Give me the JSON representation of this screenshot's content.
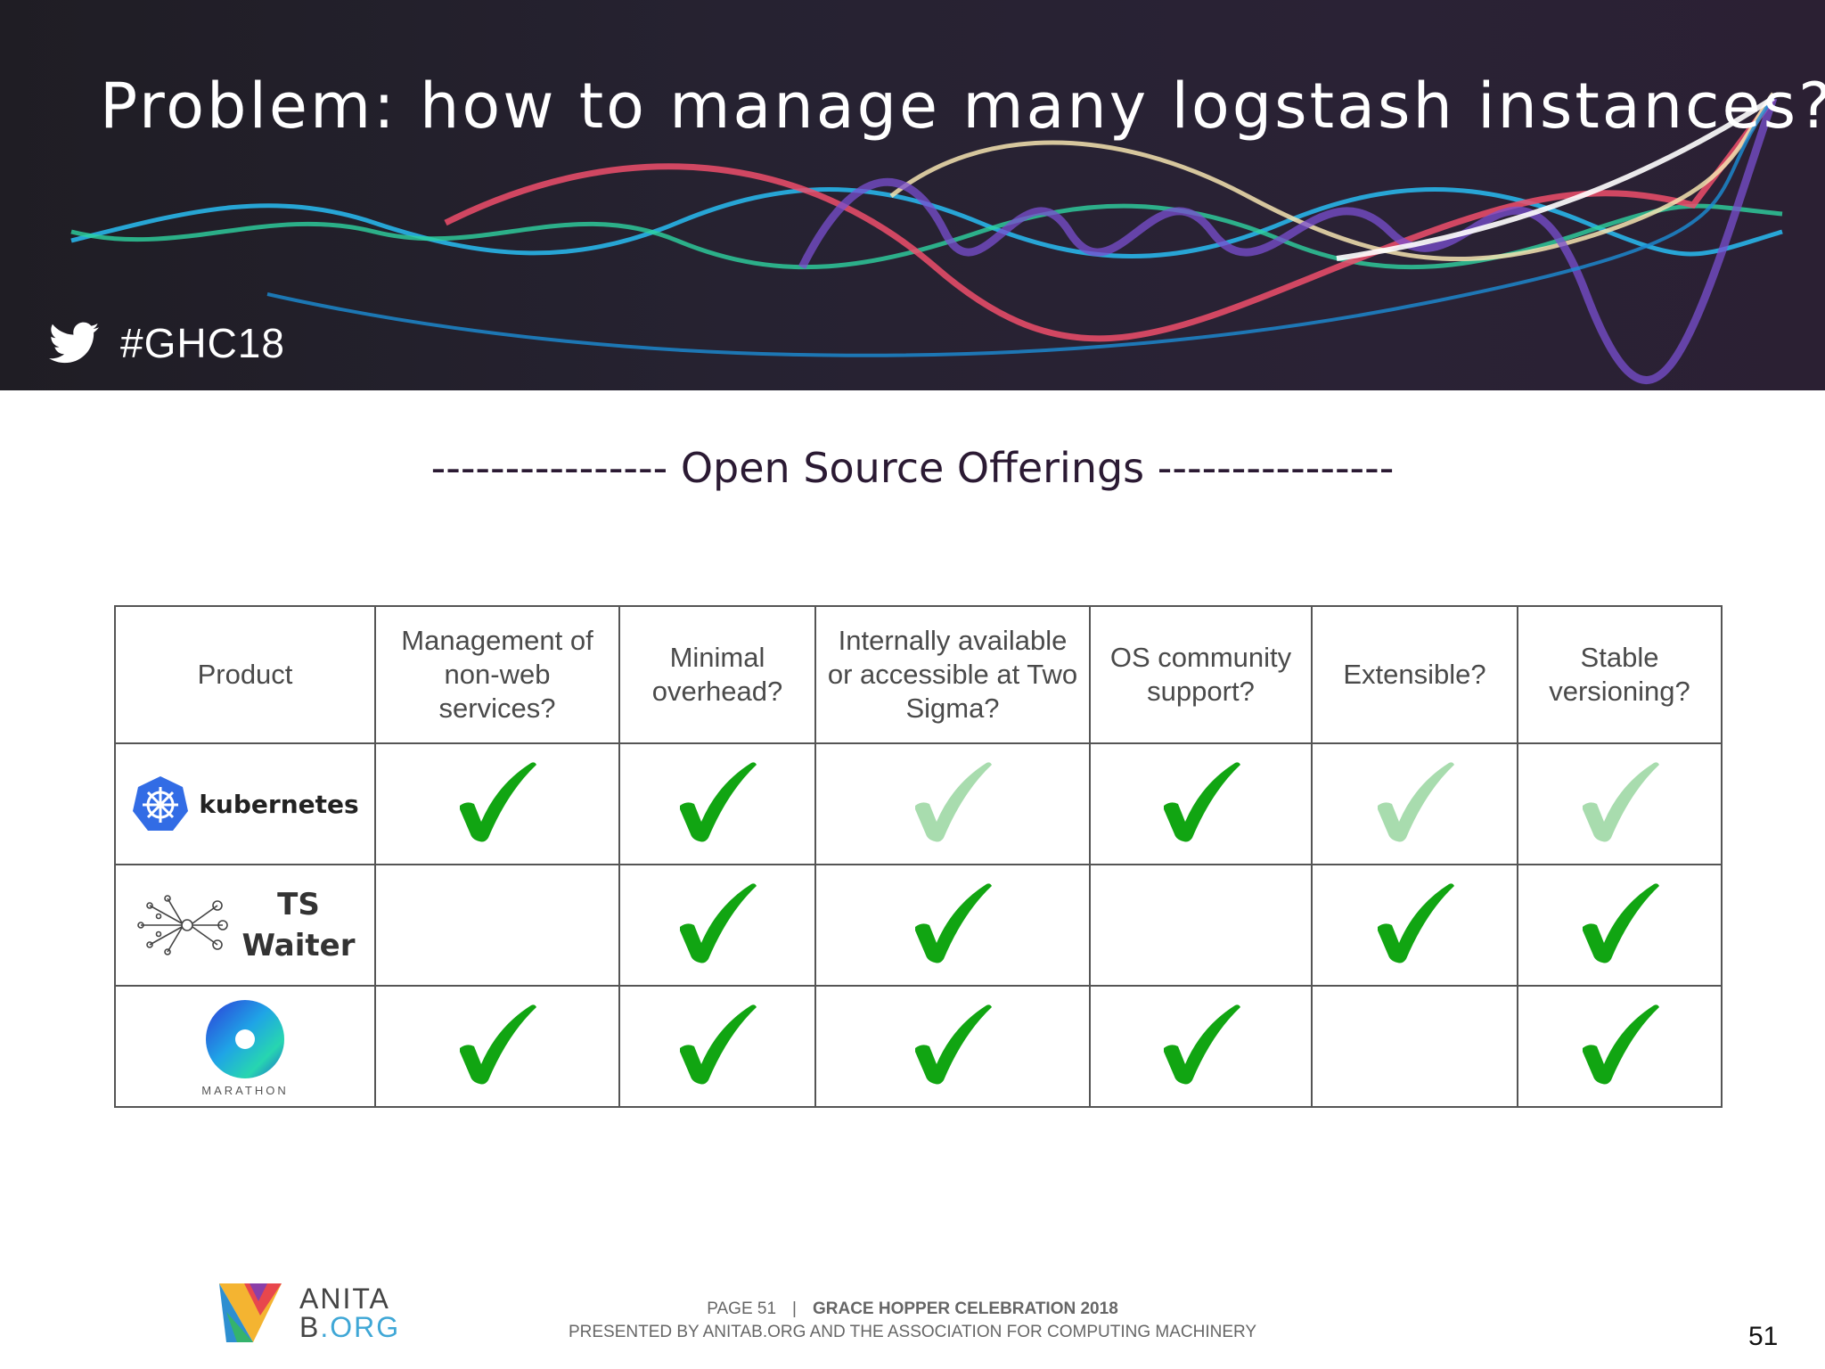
{
  "slide": {
    "title": "Problem: how to manage many logstash instances?",
    "hashtag": "#GHC18",
    "heading": "---------------- Open Source Offerings ----------------"
  },
  "table": {
    "headers": [
      "Product",
      "Management of non-web services?",
      "Minimal overhead?",
      "Internally available or accessible at Two Sigma?",
      "OS community support?",
      "Extensible?",
      "Stable versioning?"
    ],
    "rows": [
      {
        "product": "kubernetes",
        "logo_icon": "kubernetes-helm-icon",
        "checks": [
          "full",
          "full",
          "faded",
          "full",
          "faded",
          "faded"
        ]
      },
      {
        "product_line1": "TS",
        "product_line2": "Waiter",
        "logo_icon": "network-nodes-icon",
        "checks": [
          "none",
          "full",
          "full",
          "none",
          "full",
          "full"
        ]
      },
      {
        "product": "MARATHON",
        "logo_icon": "marathon-ring-icon",
        "checks": [
          "full",
          "full",
          "full",
          "full",
          "none",
          "full"
        ]
      }
    ],
    "check_colors": {
      "full": "#11a512",
      "faded": "#a8dcae"
    }
  },
  "footer": {
    "logo_line1": "ANITA",
    "logo_line2_prefix": "B",
    "logo_line2_suffix": ".ORG",
    "page_label": "PAGE 51",
    "separator": "|",
    "event": "GRACE HOPPER CELEBRATION 2018",
    "presented_by": "PRESENTED BY ANITAB.ORG AND THE ASSOCIATION FOR COMPUTING MACHINERY",
    "page_number": "51"
  }
}
